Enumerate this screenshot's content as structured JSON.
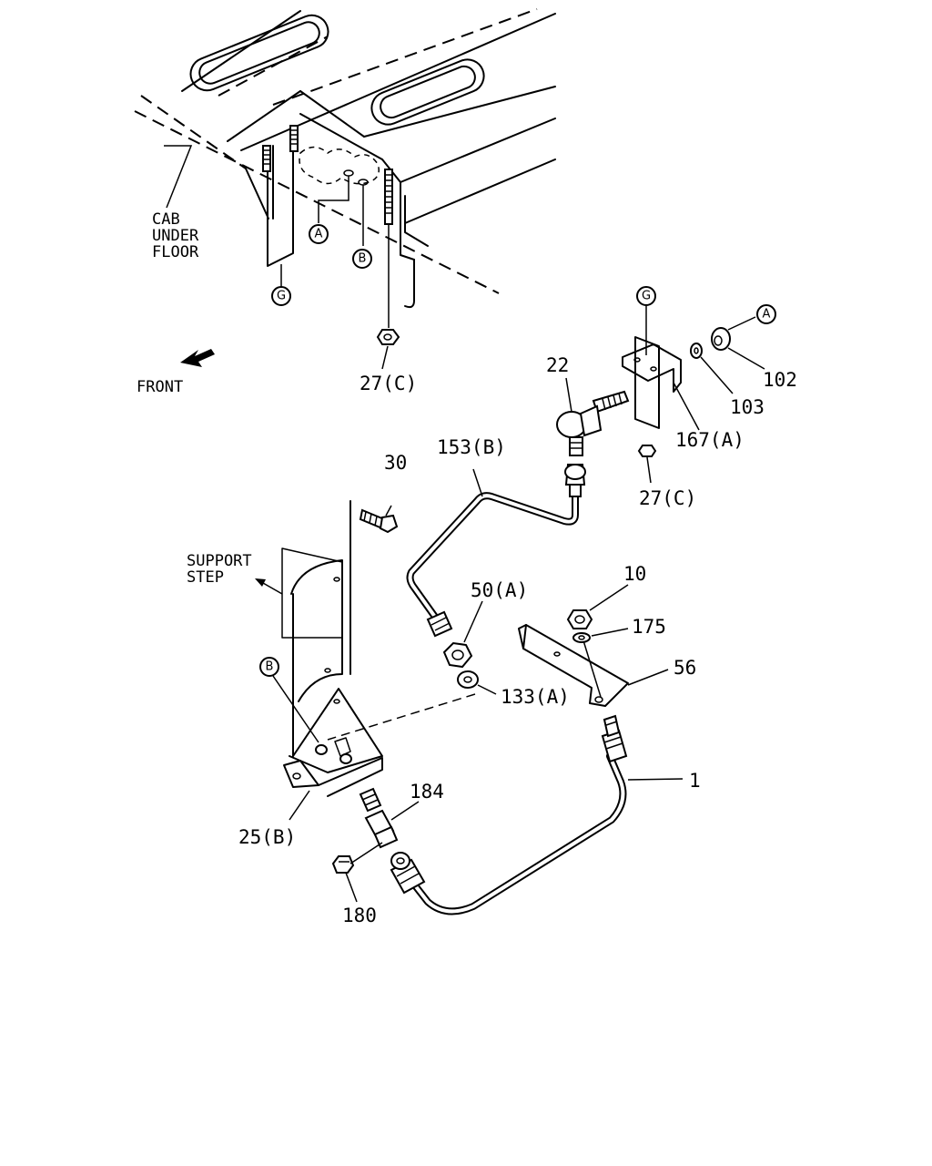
{
  "callouts": {
    "cab_under_floor": [
      "CAB",
      "UNDER",
      "FLOOR"
    ],
    "front": "FRONT",
    "support_step": [
      "SUPPORT",
      "STEP"
    ]
  },
  "ref_circles": {
    "a_top": "A",
    "b_top": "B",
    "g_top": "G",
    "g_bracket": "G",
    "a_nut": "A",
    "b_step": "B"
  },
  "parts": {
    "p27c_top": "27(C)",
    "p22": "22",
    "p102": "102",
    "p103": "103",
    "p167a": "167(A)",
    "p153b": "153(B)",
    "p27c_mid": "27(C)",
    "p30": "30",
    "p50a": "50(A)",
    "p10": "10",
    "p175": "175",
    "p56": "56",
    "p133a": "133(A)",
    "p1": "1",
    "p184": "184",
    "p25b": "25(B)",
    "p180": "180"
  }
}
